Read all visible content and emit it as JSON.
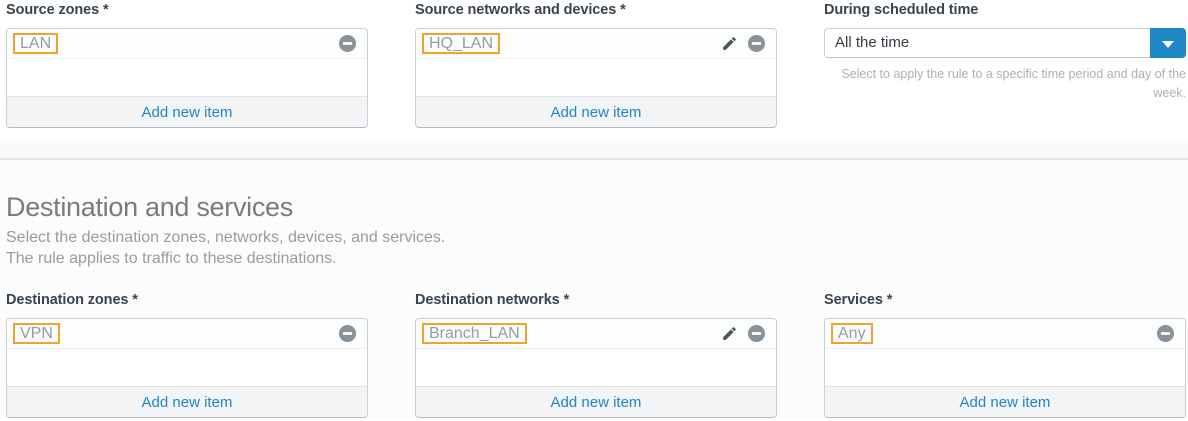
{
  "colors": {
    "accent": "#1d87c7",
    "highlight": "#efa42f",
    "icon-gray": "#89919a",
    "label": "#39444e"
  },
  "icons": {
    "remove": "minus-circle",
    "edit": "pencil",
    "dropdown": "chevron-down"
  },
  "source": {
    "zones": {
      "label": "Source zones *",
      "item": "LAN",
      "add_label": "Add new item"
    },
    "networks": {
      "label": "Source networks and devices *",
      "item": "HQ_LAN",
      "add_label": "Add new item"
    },
    "schedule": {
      "label": "During scheduled time",
      "selected": "All the time",
      "help": "Select to apply the rule to a specific time period and day of the week."
    }
  },
  "destination": {
    "heading": "Destination and services",
    "description": [
      "Select the destination zones, networks, devices, and services.",
      "The rule applies to traffic to these destinations."
    ],
    "zones": {
      "label": "Destination zones *",
      "item": "VPN",
      "add_label": "Add new item"
    },
    "networks": {
      "label": "Destination networks *",
      "item": "Branch_LAN",
      "add_label": "Add new item"
    },
    "services": {
      "label": "Services *",
      "item": "Any",
      "add_label": "Add new item"
    }
  }
}
